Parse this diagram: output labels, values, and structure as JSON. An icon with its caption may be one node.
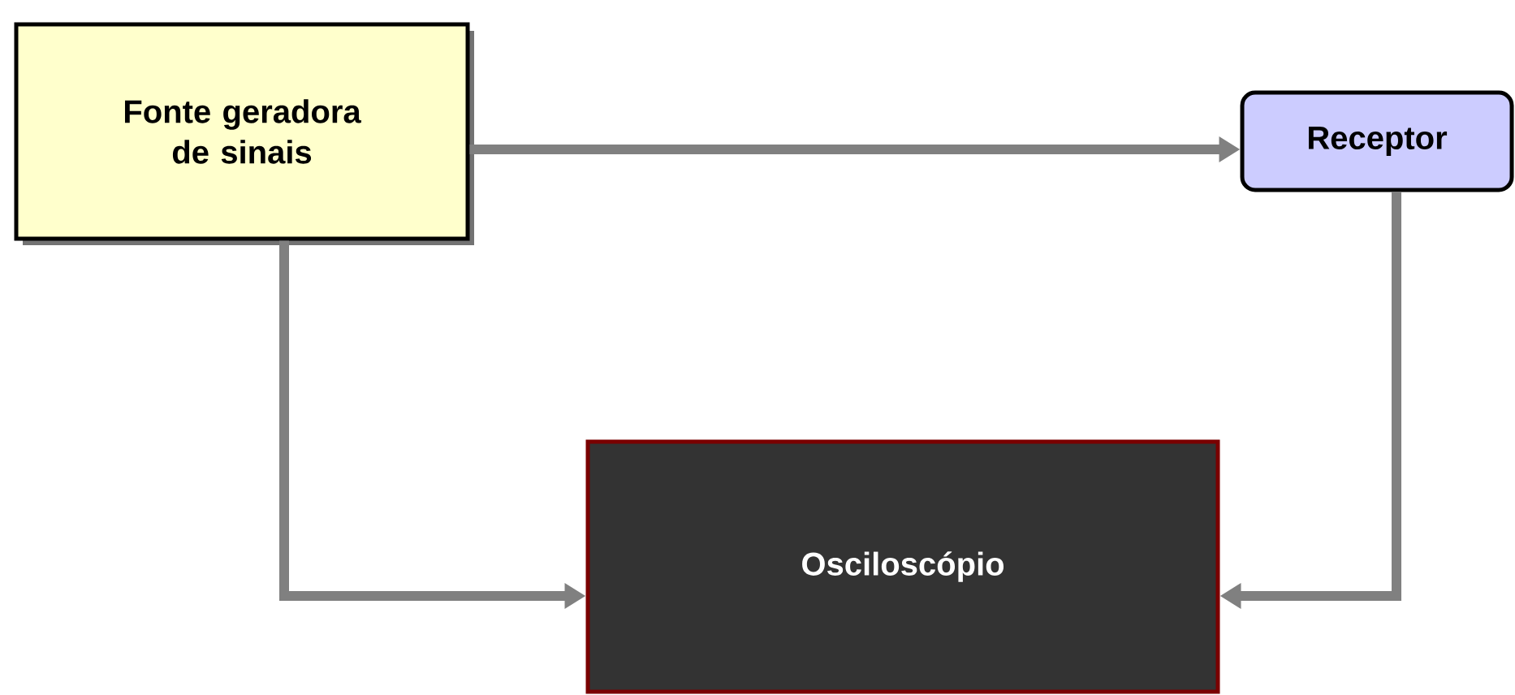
{
  "diagram": {
    "nodes": [
      {
        "text": [
          "Fonte geradora de sinais"
        ]
      },
      {
        "text": [
          "Receptor"
        ]
      },
      {
        "text": [
          "Osciloscópio"
        ]
      }
    ],
    "edges": [
      {
        "from": 0,
        "to": 1,
        "arrow": "to"
      },
      {
        "from": 0,
        "to": 2,
        "arrow": "to"
      },
      {
        "from": 1,
        "to": 2,
        "arrow": "to"
      }
    ]
  }
}
